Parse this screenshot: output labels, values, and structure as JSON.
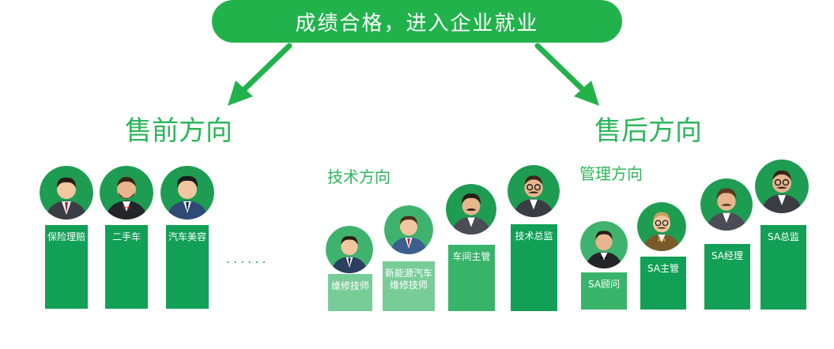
{
  "banner": "成绩合格，进入企业就业",
  "left": {
    "title": "售前方向",
    "roles": [
      "保险理赔",
      "二手车",
      "汽车美容"
    ],
    "more": "......"
  },
  "right": {
    "title": "售后方向",
    "tech": {
      "title": "技术方向",
      "roles": [
        "维修技师",
        "新能源汽车维修技师",
        "车间主管",
        "技术总监"
      ]
    },
    "mgmt": {
      "title": "管理方向",
      "roles": [
        "SA顾问",
        "SA主管",
        "SA经理",
        "SA总监"
      ]
    }
  },
  "colors": {
    "green": "#22b24c",
    "dark_green": "#12a057",
    "light_green": "#78cc98"
  }
}
